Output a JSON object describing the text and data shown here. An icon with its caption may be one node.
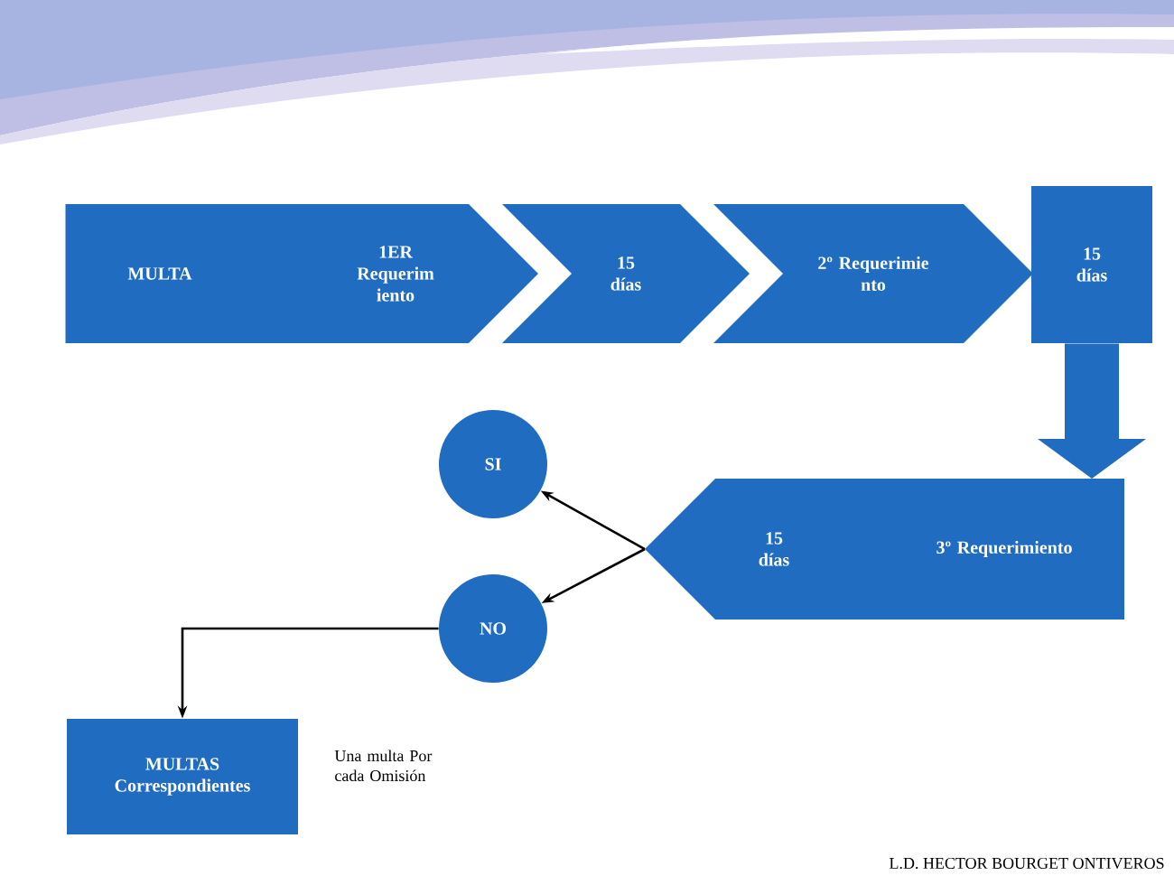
{
  "diagram": {
    "nodes": [
      {
        "text": [
          "MULTA"
        ]
      },
      {
        "text": [
          "1ER Requerim iento"
        ]
      },
      {
        "text": [
          "15 días"
        ]
      },
      {
        "text": [
          "2º Requerimie nto"
        ]
      },
      {
        "text": [
          "15 días"
        ]
      },
      {
        "text": [
          "3º Requerimiento"
        ]
      },
      {
        "text": [
          "15 días"
        ]
      },
      {
        "text": [
          "SI"
        ]
      },
      {
        "text": [
          "NO"
        ]
      },
      {
        "text": [
          "MULTAS Correspondientes"
        ],
        "beside": [
          "Una multa Por cada Omisión"
        ]
      }
    ],
    "edges": [
      {
        "from": 4,
        "to": 5,
        "arrow": "to",
        "style": "thick",
        "color": "#1f6cc0"
      },
      {
        "from": 6,
        "to": 7,
        "arrow": "to"
      },
      {
        "from": 6,
        "to": 8,
        "arrow": "to"
      },
      {
        "from": 8,
        "to": 9,
        "arrow": "to"
      }
    ],
    "labels": [
      "L.D. HECTOR BOURGET ONTIVEROS"
    ]
  }
}
